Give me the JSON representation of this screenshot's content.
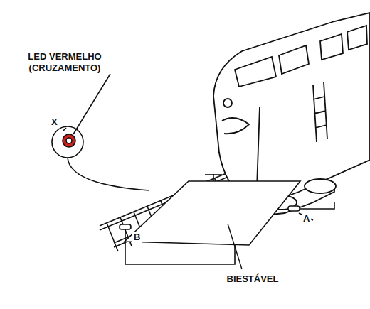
{
  "diagram": {
    "nodes": [
      {
        "text": [
          "BIESTÁVEL"
        ]
      }
    ],
    "labels": [
      "LED VERMELHO (CRUZAMENTO)",
      "X",
      "A",
      "B"
    ]
  }
}
